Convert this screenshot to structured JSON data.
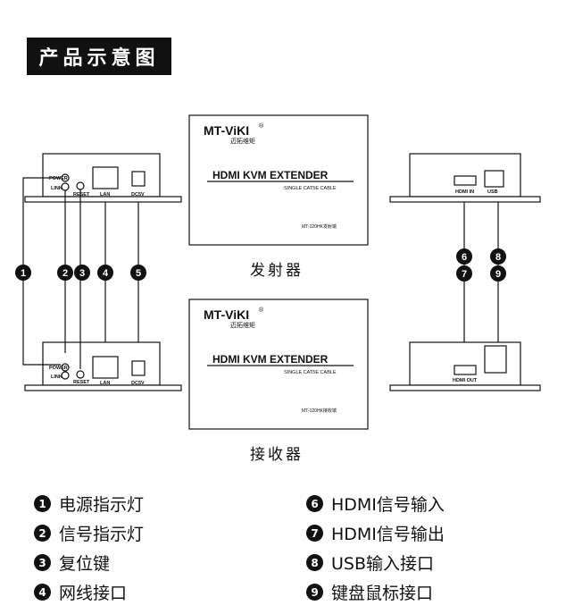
{
  "title": "产品示意图",
  "brand": {
    "logo": "MT-ViKI",
    "reg": "®",
    "sub": "迈拓维矩"
  },
  "product": {
    "name": "HDMI KVM EXTENDER",
    "cable": "SINGLE CAT5E CABLE"
  },
  "sender": {
    "model": "MT-120HK发射端",
    "caption": "发射器"
  },
  "receiver": {
    "model": "MT-120HK接收端",
    "caption": "接收器"
  },
  "ports": {
    "power": "POWER",
    "link": "LINK",
    "reset": "RESET",
    "lan": "LAN",
    "dc": "DC5V",
    "hdmi_in": "HDMI IN",
    "usb": "USB",
    "hdmi_out": "HDMI OUT"
  },
  "legend": [
    {
      "num": "1",
      "text": "电源指示灯"
    },
    {
      "num": "2",
      "text": "信号指示灯"
    },
    {
      "num": "3",
      "text": "复位键"
    },
    {
      "num": "4",
      "text": "网线接口"
    },
    {
      "num": "6",
      "text": "HDMI信号输入"
    },
    {
      "num": "7",
      "text": "HDMI信号输出"
    },
    {
      "num": "8",
      "text": "USB输入接口"
    },
    {
      "num": "9",
      "text": "键盘鼠标接口"
    }
  ],
  "callouts": {
    "c1": "1",
    "c2": "2",
    "c3": "3",
    "c4": "4",
    "c5": "5",
    "c6": "6",
    "c7": "7",
    "c8": "8",
    "c9": "9"
  }
}
